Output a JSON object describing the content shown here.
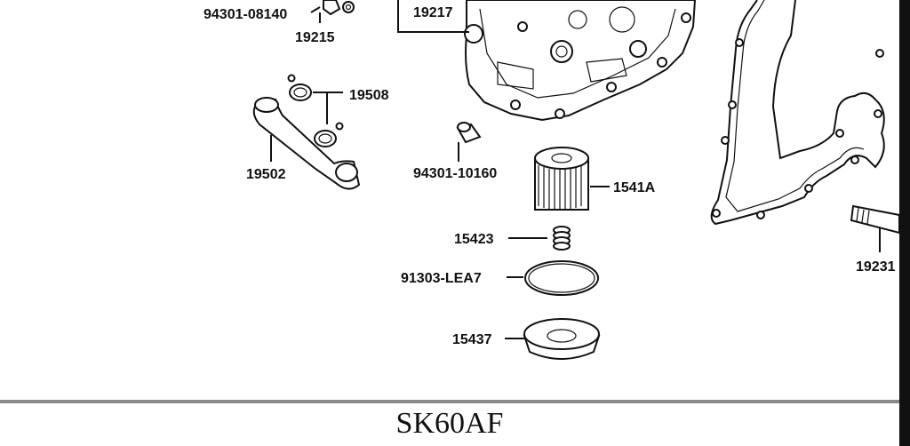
{
  "diagram": {
    "part_labels": [
      "94301-08140",
      "19215",
      "19217",
      "19508",
      "19502",
      "94301-10160",
      "1541A",
      "15423",
      "91303-LEA7",
      "15437",
      "19231"
    ]
  },
  "footer": {
    "model": "SK60AF"
  }
}
